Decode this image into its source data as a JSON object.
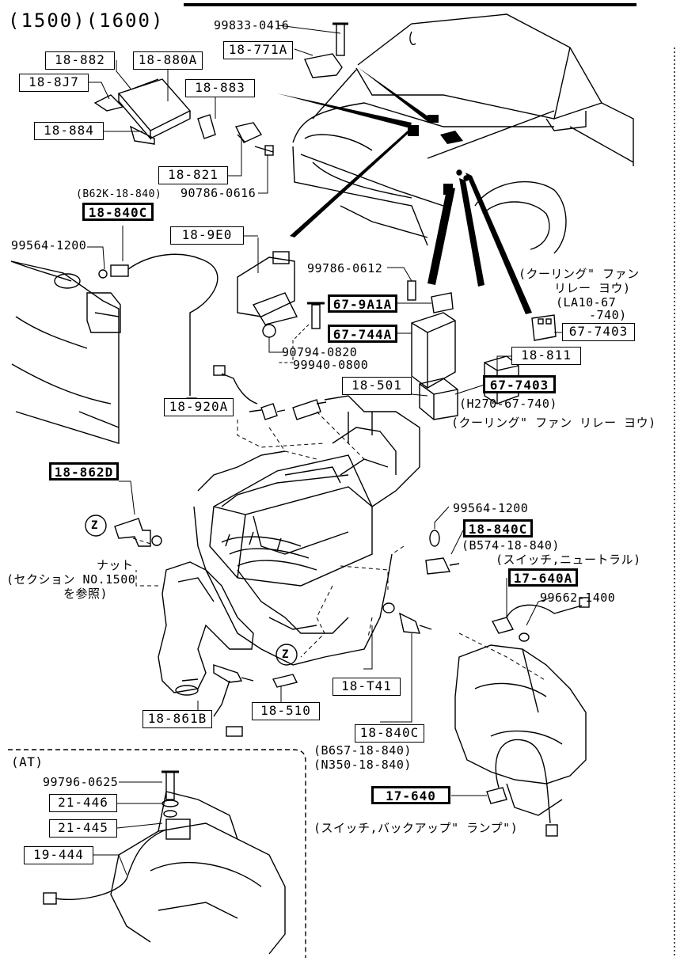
{
  "title": "(1500)(1600)",
  "parts": {
    "p_18_882": "18-882",
    "p_18_880A": "18-880A",
    "p_18_8J7": "18-8J7",
    "p_18_883": "18-883",
    "p_18_884": "18-884",
    "p_18_821": "18-821",
    "p_18_771A": "18-771A",
    "p_18_840C_top": "18-840C",
    "p_18_9E0": "18-9E0",
    "p_67_9A1A": "67-9A1A",
    "p_67_744A": "67-744A",
    "p_18_811": "18-811",
    "p_67_7403_right": "67-7403",
    "p_67_7403_mid": "67-7403",
    "p_18_501": "18-501",
    "p_18_920A": "18-920A",
    "p_18_862D": "18-862D",
    "p_18_840C_mid": "18-840C",
    "p_17_640A": "17-640A",
    "p_18_T41": "18-T41",
    "p_18_510": "18-510",
    "p_18_861B": "18-861B",
    "p_18_840C_low": "18-840C",
    "p_17_640": "17-640",
    "p_21_446": "21-446",
    "p_21_445": "21-445",
    "p_19_444": "19-444"
  },
  "bolts": {
    "b_99833_0416": "99833-0416",
    "b_90786_0616": "90786-0616",
    "b_99564_1200_top": "99564-1200",
    "b_99786_0612": "99786-0612",
    "b_90794_0820": "90794-0820",
    "b_99940_0800": "99940-0800",
    "b_99564_1200_mid": "99564-1200",
    "b_99662_1400": "99662-1400",
    "b_99796_0625": "99796-0625"
  },
  "notes": {
    "n_b62k": "(B62K-18-840)",
    "n_cooling_1": "(クーリング\" ファン",
    "n_cooling_2": "リレー ヨウ)",
    "n_la10_1": "(LA10-67",
    "n_la10_2": "-740)",
    "n_h270": "(H270-67-740)",
    "n_cooling_3": "(クーリング\" ファン リレー ヨウ)",
    "n_b574": "(B574-18-840)",
    "n_switch_neutral": "(スイッチ,ニュートラル)",
    "n_nut": "ナット",
    "n_section": "(セクション NO.1500",
    "n_see": "を参照)",
    "n_b6s7": "(B6S7-18-840)",
    "n_n350": "(N350-18-840)",
    "n_switch_backup": "(スイッチ,バックアップ\" ランプ\")",
    "n_at": "(AT)",
    "n_z1": "Z",
    "n_z2": "Z"
  }
}
